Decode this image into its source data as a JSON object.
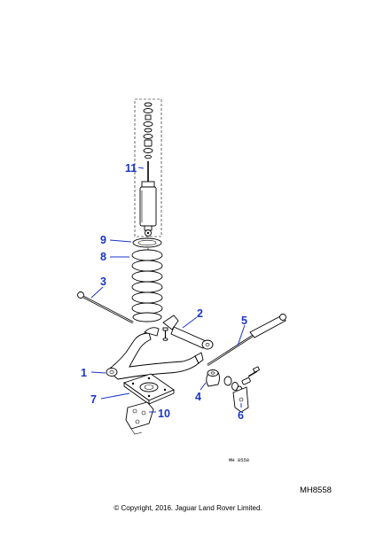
{
  "diagram": {
    "callouts": [
      {
        "label": "1"
      },
      {
        "label": "2"
      },
      {
        "label": "3"
      },
      {
        "label": "4"
      },
      {
        "label": "5"
      },
      {
        "label": "6"
      },
      {
        "label": "7"
      },
      {
        "label": "8"
      },
      {
        "label": "9"
      },
      {
        "label": "10"
      },
      {
        "label": "11"
      }
    ],
    "drawing_stamp": "MH 8558",
    "reference": "MH8558",
    "copyright": "© Copyright, 2016. Jaguar Land Rover Limited.",
    "colors": {
      "callout": "#1a35c8",
      "line": "#000000",
      "background": "#ffffff"
    }
  }
}
